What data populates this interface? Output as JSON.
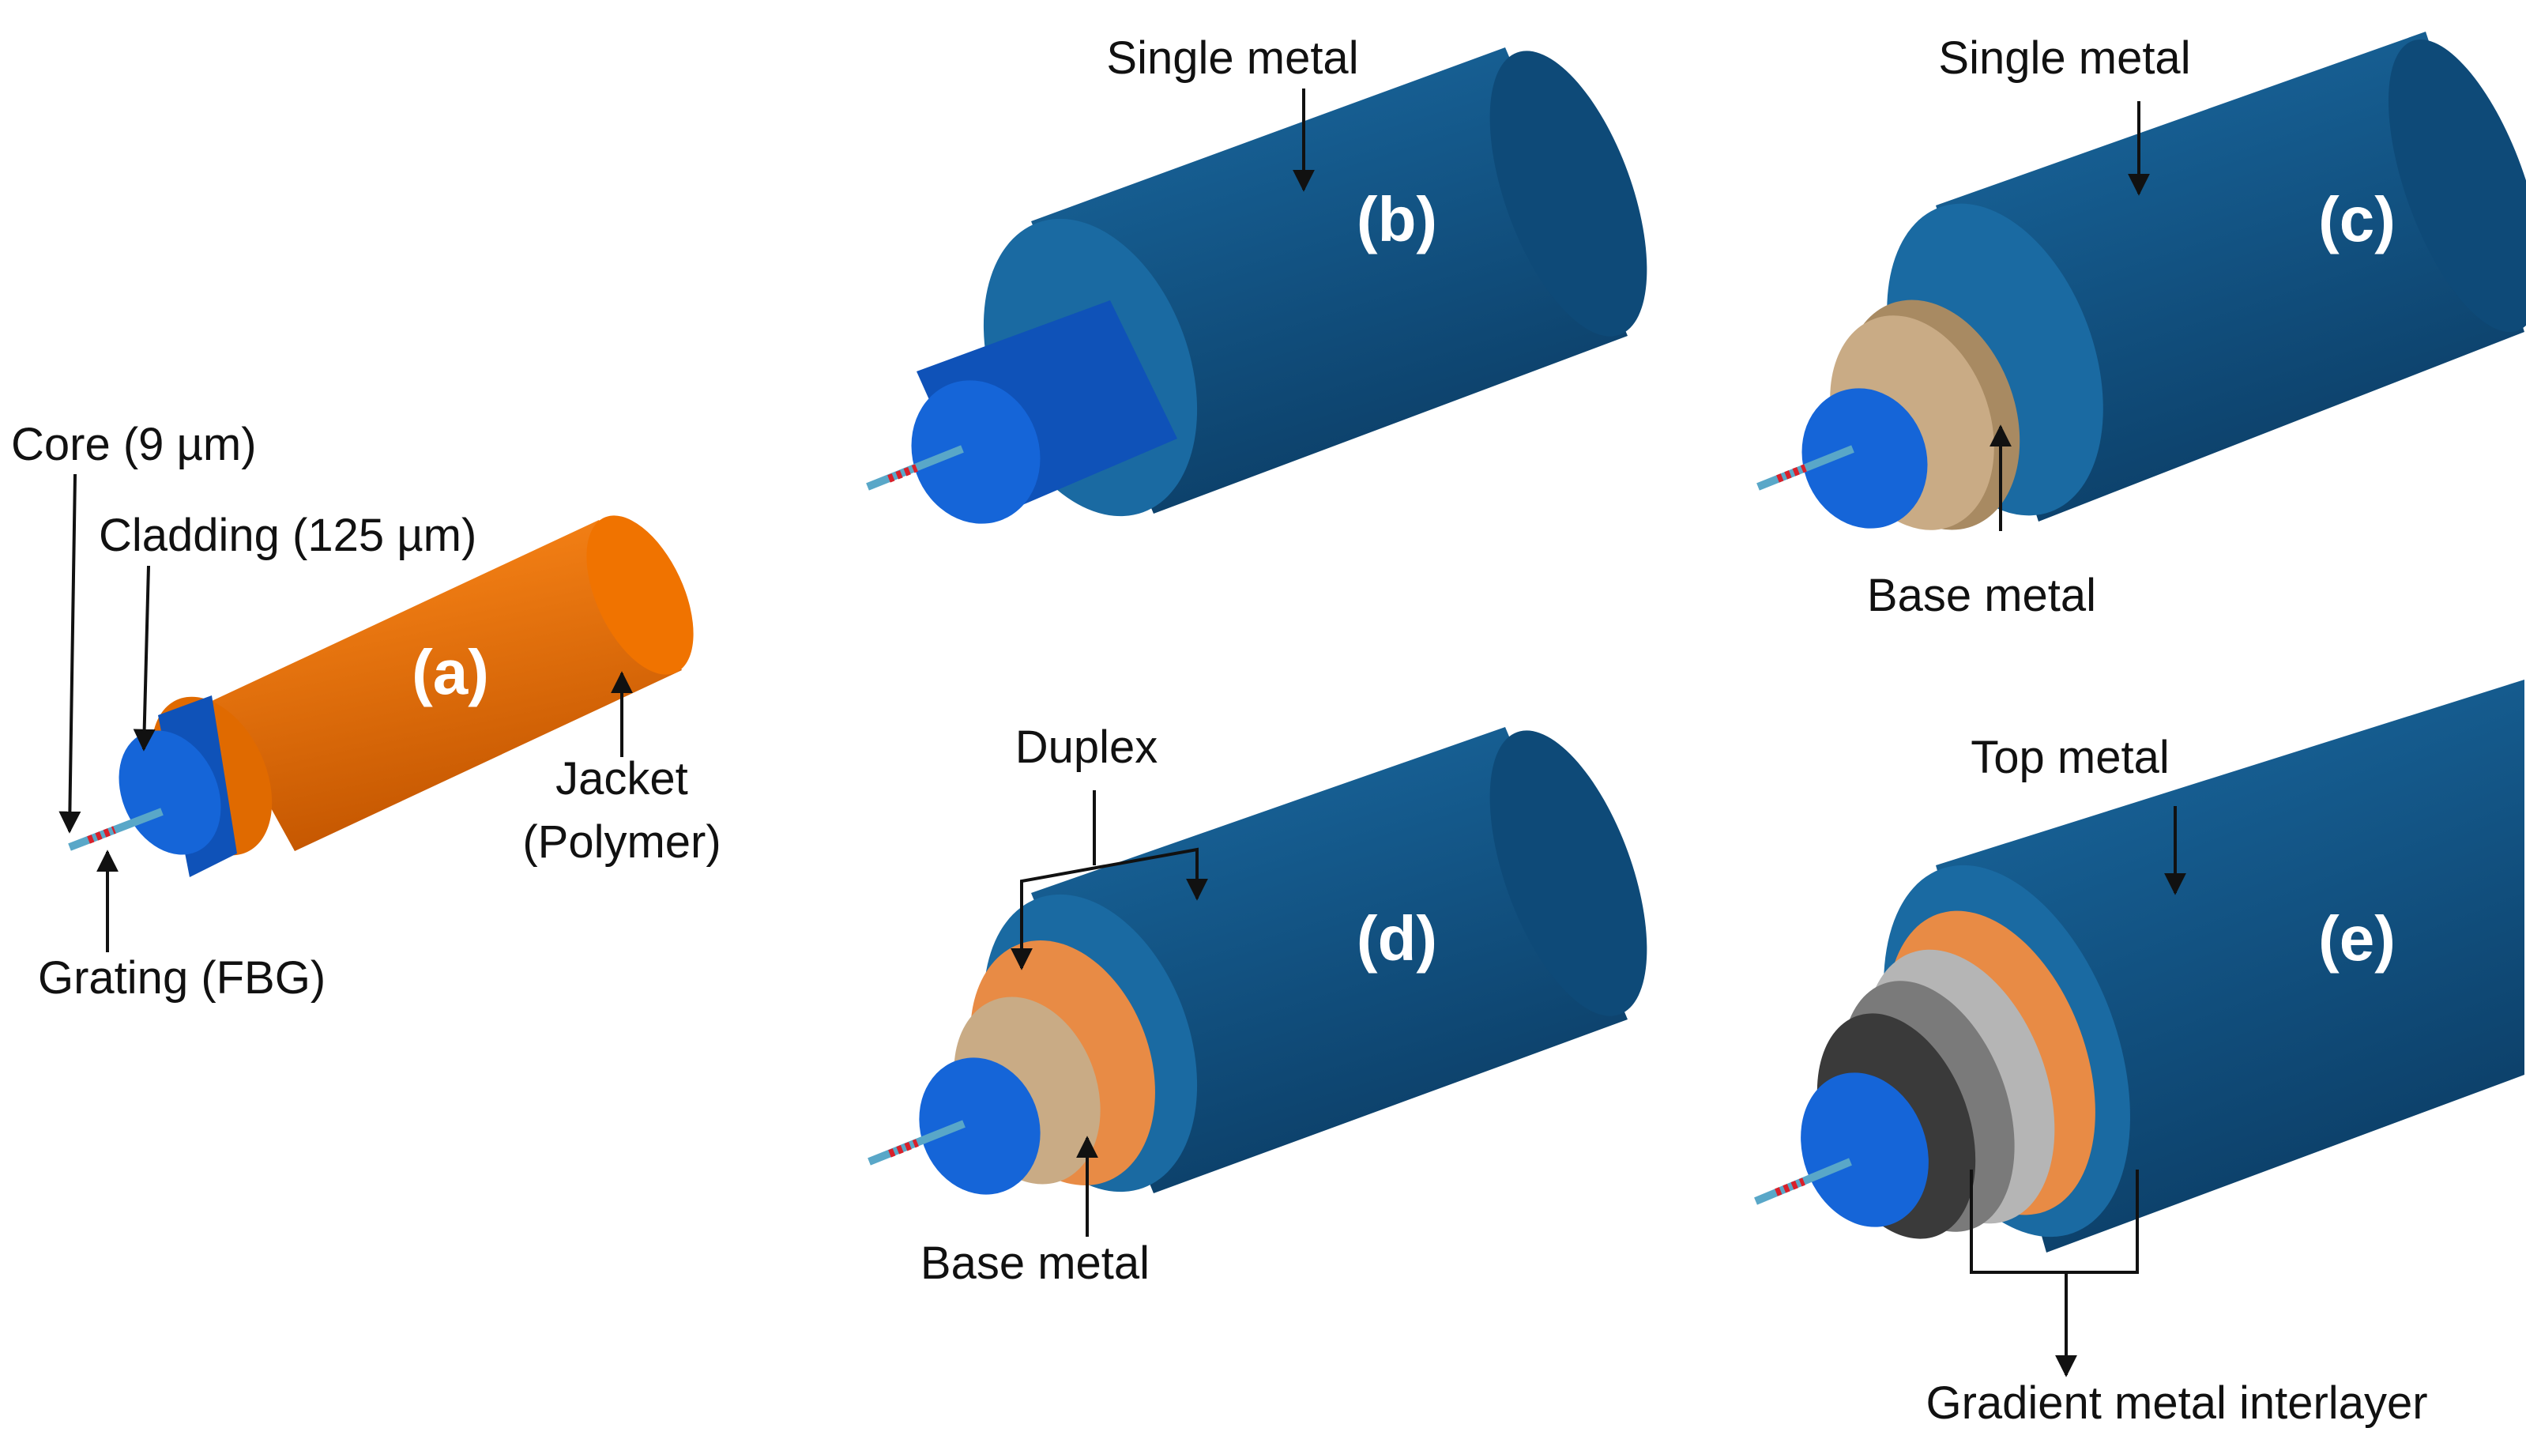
{
  "panels": [
    {
      "id": "a",
      "label": "(a)"
    },
    {
      "id": "b",
      "label": "(b)"
    },
    {
      "id": "c",
      "label": "(c)"
    },
    {
      "id": "d",
      "label": "(d)"
    },
    {
      "id": "e",
      "label": "(e)"
    }
  ],
  "labels": {
    "core": "Core (9 µm)",
    "cladding": "Cladding (125 µm)",
    "jacket_line1": "Jacket",
    "jacket_line2": "(Polymer)",
    "grating": "Grating (FBG)",
    "single_metal": "Single metal",
    "base_metal": "Base metal",
    "duplex": "Duplex",
    "top_metal": "Top metal",
    "gradient": "Gradient metal interlayer"
  },
  "colors": {
    "jacket": "#f07300",
    "cladding": "#1565d8",
    "metal": "#11578a",
    "base_metal": "#bfa07a",
    "duplex_outer": "#e88b45",
    "gray_dark": "#3a3a3a",
    "gray_mid": "#7a7a7a",
    "gray_light": "#b5b5b5",
    "fiber_core": "#59a7c8",
    "grating": "#d9202a"
  }
}
